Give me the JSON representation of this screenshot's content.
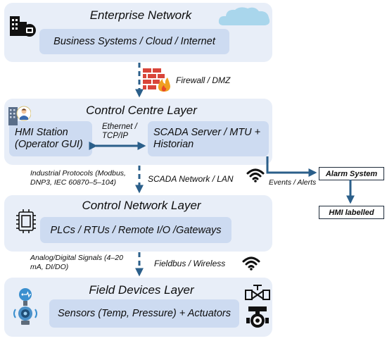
{
  "enterprise": {
    "title": "Enterprise Network",
    "box": "Business Systems  / Cloud / Internet"
  },
  "firewall": {
    "label": "Firewall / DMZ"
  },
  "control_centre": {
    "title": "Control Centre Layer",
    "hmi_station": "HMI Station\n(Operator GUI)",
    "link_label": "Ethernet /\nTCP/IP",
    "scada_server": "SCADA Server / MTU +\nHistorian"
  },
  "industrial_protocols": "Industrial Protocols (Modbus,\nDNP3, IEC 60870–5–104)",
  "scada_network": "SCADA Network / LAN",
  "events_alerts": "Events / Alerts",
  "alarm_system": "Alarm System",
  "hmi_labelled": "HMI labelled",
  "control_network": {
    "title": "Control Network Layer",
    "box": "PLCs / RTUs / Remote I/O /Gateways"
  },
  "analog_signals": "Analog/Digital Signals (4–20\nmA, DI/DO)",
  "fieldbus": "Fieldbus / Wireless",
  "field_devices": {
    "title": "Field Devices Layer",
    "box": "Sensors (Temp, Pressure) + Actuators"
  },
  "colors": {
    "layer_bg": "#e8eef8",
    "box_bg": "#cddbf1",
    "arrow": "#2b5f8a",
    "firewall": "#d9453a"
  }
}
